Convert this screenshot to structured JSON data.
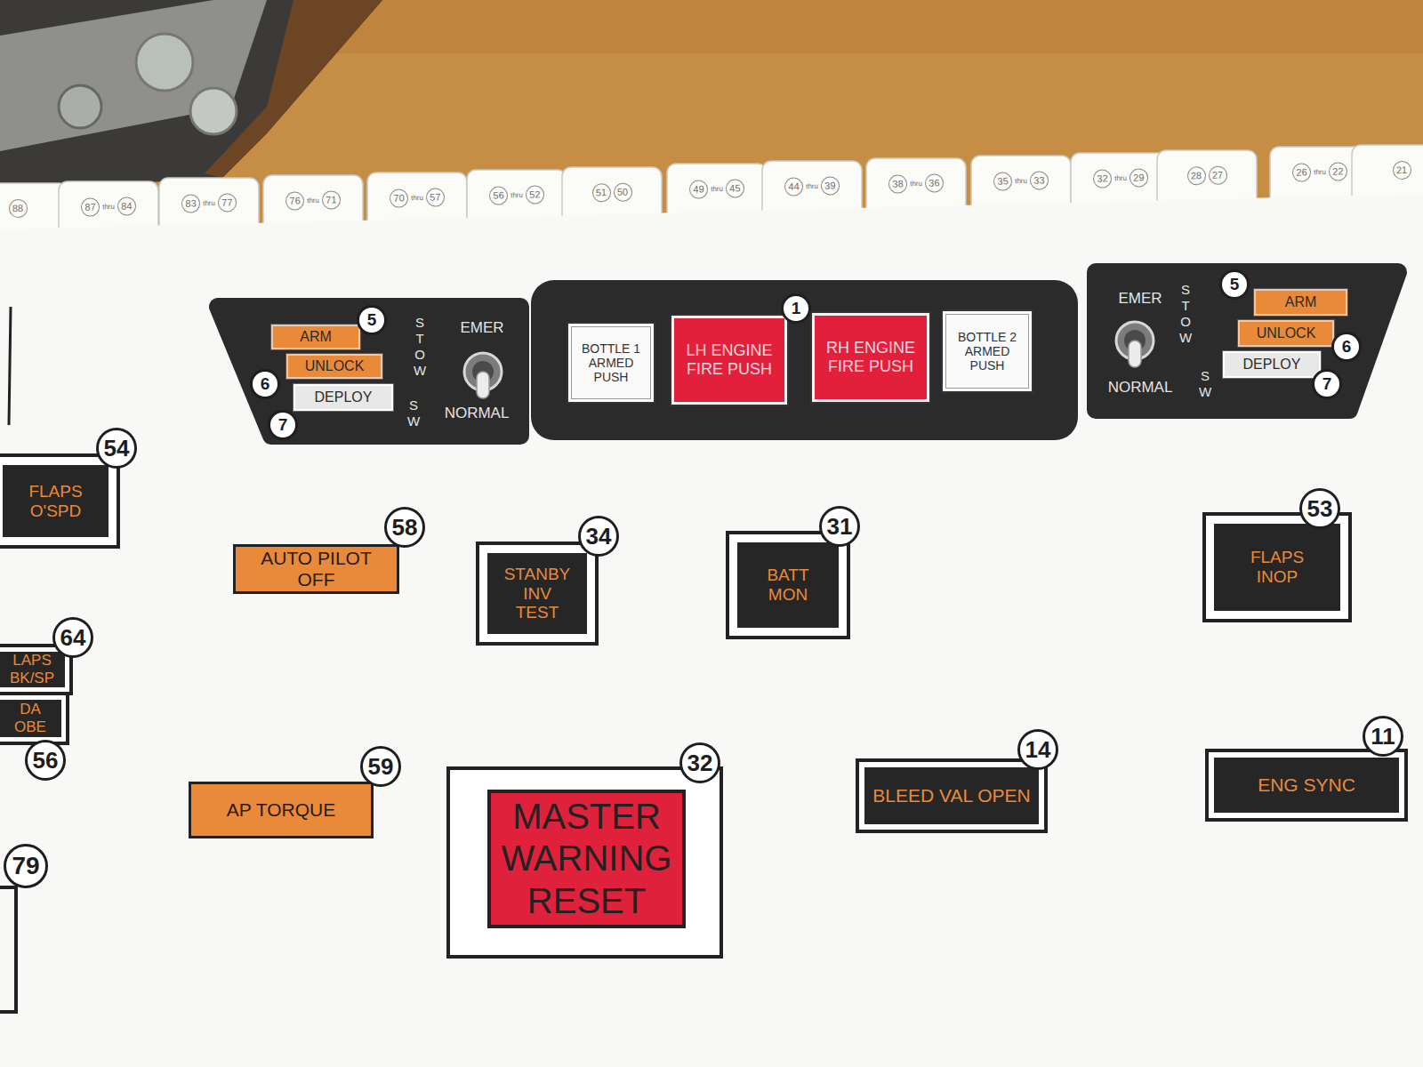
{
  "diagram": {
    "nodes": [
      {
        "text": [
          "STOW",
          "SW",
          "EMER",
          "NORMAL"
        ]
      },
      {
        "text": [
          "ARM"
        ],
        "in": 0
      },
      {
        "text": [
          "UNLOCK"
        ],
        "in": 0
      },
      {
        "text": [
          "DEPLOY"
        ],
        "in": 0
      },
      {
        "text": []
      },
      {
        "text": [
          "BOTTLE 1 ARMED PUSH"
        ],
        "in": 4
      },
      {
        "text": [
          "LH ENGINE FIRE PUSH"
        ],
        "in": 4
      },
      {
        "text": [
          "RH ENGINE FIRE PUSH"
        ],
        "in": 4
      },
      {
        "text": [
          "BOTTLE 2 ARMED PUSH"
        ],
        "in": 4
      },
      {
        "text": [
          "EMER",
          "STOW",
          "NORMAL",
          "SW"
        ]
      },
      {
        "text": [
          "ARM"
        ],
        "in": 9
      },
      {
        "text": [
          "UNLOCK"
        ],
        "in": 9
      },
      {
        "text": [
          "DEPLOY"
        ],
        "in": 9
      },
      {
        "text": [
          "FLAPS O'SPD"
        ]
      },
      {
        "text": [
          "AUTO PILOT OFF"
        ]
      },
      {
        "text": [
          "STANBY INV TEST"
        ]
      },
      {
        "text": [
          "BATT MON"
        ]
      },
      {
        "text": [
          "FLAPS INOP"
        ]
      },
      {
        "text": [
          "LAPS BK/SP"
        ]
      },
      {
        "text": [
          "DA OBE"
        ]
      },
      {
        "text": [
          "AP TORQUE"
        ]
      },
      {
        "text": [
          "MASTER WARNING RESET"
        ]
      },
      {
        "text": [
          "BLEED VAL OPEN"
        ]
      },
      {
        "text": [
          "ENG SYNC"
        ]
      }
    ],
    "labels": [
      "88",
      "87",
      "thru",
      "84",
      "83",
      "thru",
      "77",
      "76",
      "thru",
      "71",
      "70",
      "thru",
      "57",
      "56",
      "thru",
      "52",
      "51",
      "50",
      "49",
      "thru",
      "45",
      "44",
      "thru",
      "39",
      "38",
      "thru",
      "36",
      "35",
      "thru",
      "33",
      "32",
      "thru",
      "29",
      "28",
      "27",
      "26",
      "thru",
      "22",
      "21",
      "5",
      "6",
      "7",
      "1",
      "5",
      "6",
      "7",
      "54",
      "58",
      "34",
      "31",
      "53",
      "64",
      "56",
      "59",
      "32",
      "14",
      "11",
      "79"
    ]
  }
}
